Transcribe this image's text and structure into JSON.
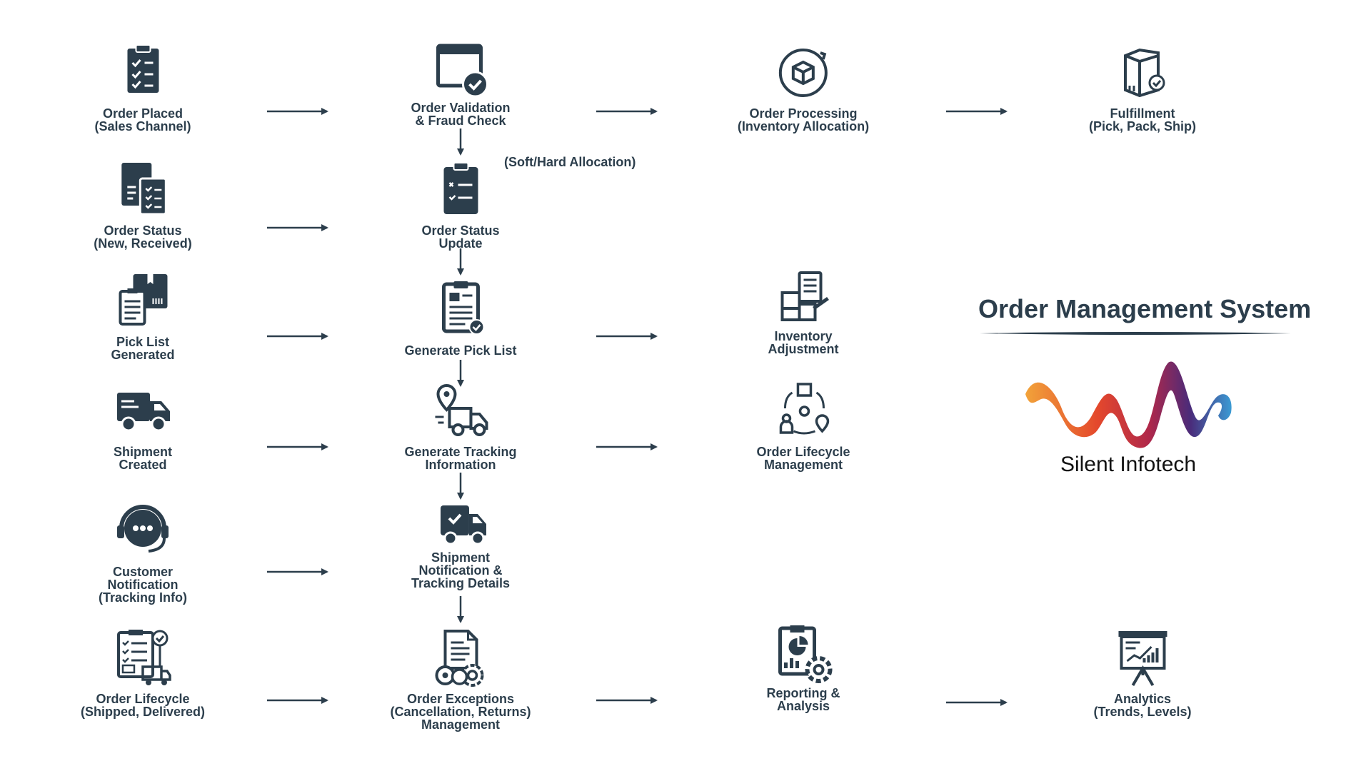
{
  "colors": {
    "ink": "#2c3e4c",
    "accent_start": "#f2a33a",
    "accent_mid": "#d7312f",
    "accent_end_purple": "#5b2a86",
    "accent_end_blue": "#3b9bd4"
  },
  "title": "Order Management System",
  "brand": "Silent Infotech",
  "note": "(Soft/Hard Allocation)",
  "nodes": {
    "order_placed": [
      "Order  Placed",
      "(Sales Channel)"
    ],
    "order_validation": [
      "Order Validation",
      "& Fraud Check"
    ],
    "order_processing": [
      "Order Processing",
      "(Inventory Allocation)"
    ],
    "fulfillment": [
      "Fulfillment",
      "(Pick, Pack, Ship)"
    ],
    "order_status": [
      "Order Status",
      "(New, Received)"
    ],
    "order_status_update": [
      "Order Status",
      "Update"
    ],
    "pick_list_generated": [
      "Pick List",
      "Generated"
    ],
    "generate_pick_list": [
      "Generate Pick List"
    ],
    "inventory_adjustment": [
      "Inventory",
      "Adjustment"
    ],
    "shipment_created": [
      "Shipment",
      "Created"
    ],
    "generate_tracking": [
      "Generate Tracking",
      "Information"
    ],
    "order_lifecycle_mgmt": [
      "Order Lifecycle",
      "Management"
    ],
    "customer_notification": [
      "Customer",
      "Notification",
      "(Tracking Info)"
    ],
    "shipment_notification": [
      "Shipment",
      "Notification &",
      "Tracking Details"
    ],
    "order_lifecycle": [
      "Order Lifecycle",
      "(Shipped, Delivered)"
    ],
    "order_exceptions": [
      "Order Exceptions",
      "(Cancellation, Returns)",
      "Management"
    ],
    "reporting": [
      "Reporting &",
      "Analysis"
    ],
    "analytics": [
      "Analytics",
      "(Trends, Levels)"
    ]
  },
  "icons": {
    "order_placed": "clipboard-checklist-icon",
    "order_validation": "window-check-icon",
    "order_processing": "box-cycle-icon",
    "fulfillment": "package-check-icon",
    "order_status": "document-stack-icon",
    "order_status_update": "clipboard-list-icon",
    "pick_list_generated": "pick-list-icon",
    "generate_pick_list": "clipboard-detail-icon",
    "inventory_adjustment": "inventory-boxes-icon",
    "shipment_created": "truck-icon",
    "generate_tracking": "truck-location-icon",
    "order_lifecycle_mgmt": "lifecycle-cycle-icon",
    "customer_notification": "headset-chat-icon",
    "shipment_notification": "truck-check-icon",
    "order_lifecycle": "clipboard-cart-icon",
    "order_exceptions": "document-gear-icon",
    "reporting": "report-gear-icon",
    "analytics": "presentation-board-icon"
  }
}
